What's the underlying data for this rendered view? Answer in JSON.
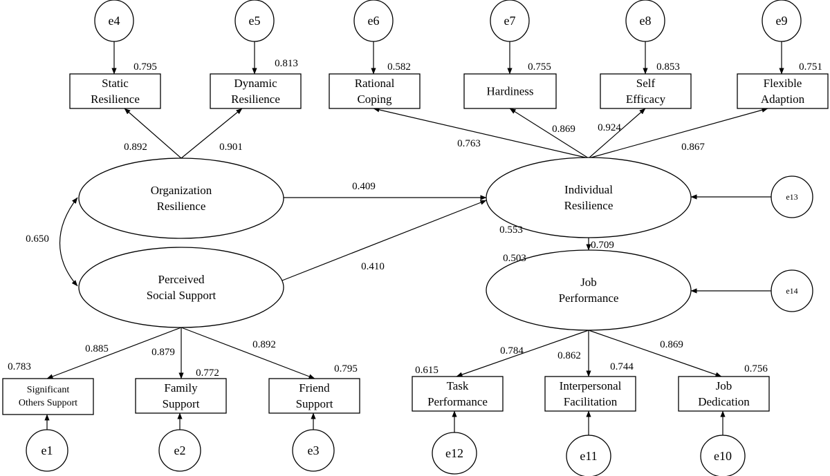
{
  "nodes": {
    "e4": {
      "label": [
        "e4"
      ]
    },
    "e5": {
      "label": [
        "e5"
      ]
    },
    "e6": {
      "label": [
        "e6"
      ]
    },
    "e7": {
      "label": [
        "e7"
      ]
    },
    "e8": {
      "label": [
        "e8"
      ]
    },
    "e9": {
      "label": [
        "e9"
      ]
    },
    "e1": {
      "label": [
        "e1"
      ]
    },
    "e2": {
      "label": [
        "e2"
      ]
    },
    "e3": {
      "label": [
        "e3"
      ]
    },
    "e12": {
      "label": [
        "e12"
      ]
    },
    "e11": {
      "label": [
        "e11"
      ]
    },
    "e10": {
      "label": [
        "e10"
      ]
    },
    "e13": {
      "label": [
        "e13"
      ]
    },
    "e14": {
      "label": [
        "e14"
      ]
    },
    "static": {
      "label": [
        "Static",
        "Resilience"
      ]
    },
    "dynamic": {
      "label": [
        "Dynamic",
        "Resilience"
      ]
    },
    "rational": {
      "label": [
        "Rational",
        "Coping"
      ]
    },
    "hardiness": {
      "label": [
        "Hardiness"
      ]
    },
    "self": {
      "label": [
        "Self",
        "Efficacy"
      ]
    },
    "flexible": {
      "label": [
        "Flexible",
        "Adaption"
      ]
    },
    "significant": {
      "label": [
        "Significant",
        "Others Support"
      ]
    },
    "family": {
      "label": [
        "Family",
        "Support"
      ]
    },
    "friend": {
      "label": [
        "Friend",
        "Support"
      ]
    },
    "task": {
      "label": [
        "Task",
        "Performance"
      ]
    },
    "interpersonal": {
      "label": [
        "Interpersonal",
        "Facilitation"
      ]
    },
    "dedication": {
      "label": [
        "Job",
        "Dedication"
      ]
    },
    "orgres": {
      "label": [
        "Organization",
        "Resilience"
      ]
    },
    "pss": {
      "label": [
        "Perceived",
        "Social Support"
      ]
    },
    "indres": {
      "label": [
        "Individual",
        "Resilience"
      ]
    },
    "jobperf": {
      "label": [
        "Job",
        "Performance"
      ]
    }
  },
  "coefficients": [
    {
      "id": "r2-static",
      "value": "0.795"
    },
    {
      "id": "r2-dynamic",
      "value": "0.813"
    },
    {
      "id": "r2-rational",
      "value": "0.582"
    },
    {
      "id": "r2-hardiness",
      "value": "0.755"
    },
    {
      "id": "r2-self",
      "value": "0.853"
    },
    {
      "id": "r2-flexible",
      "value": "0.751"
    },
    {
      "id": "load-static",
      "value": "0.892"
    },
    {
      "id": "load-dynamic",
      "value": "0.901"
    },
    {
      "id": "load-rational",
      "value": "0.763"
    },
    {
      "id": "load-hardiness",
      "value": "0.869"
    },
    {
      "id": "load-self",
      "value": "0.924"
    },
    {
      "id": "load-flexible",
      "value": "0.867"
    },
    {
      "id": "path-org-ind",
      "value": "0.409"
    },
    {
      "id": "path-pss-ind",
      "value": "0.410"
    },
    {
      "id": "corr-org-pss",
      "value": "0.650"
    },
    {
      "id": "r2-indres",
      "value": "0.553"
    },
    {
      "id": "path-ind-job",
      "value": "0.709"
    },
    {
      "id": "r2-jobperf",
      "value": "0.503"
    },
    {
      "id": "load-significant",
      "value": "0.885"
    },
    {
      "id": "load-family",
      "value": "0.879"
    },
    {
      "id": "load-friend",
      "value": "0.892"
    },
    {
      "id": "r2-significant",
      "value": "0.783"
    },
    {
      "id": "r2-family",
      "value": "0.772"
    },
    {
      "id": "r2-friend",
      "value": "0.795"
    },
    {
      "id": "load-task",
      "value": "0.784"
    },
    {
      "id": "load-interpersonal",
      "value": "0.862"
    },
    {
      "id": "load-dedication",
      "value": "0.869"
    },
    {
      "id": "r2-task",
      "value": "0.615"
    },
    {
      "id": "r2-interpersonal",
      "value": "0.744"
    },
    {
      "id": "r2-dedication",
      "value": "0.756"
    }
  ]
}
